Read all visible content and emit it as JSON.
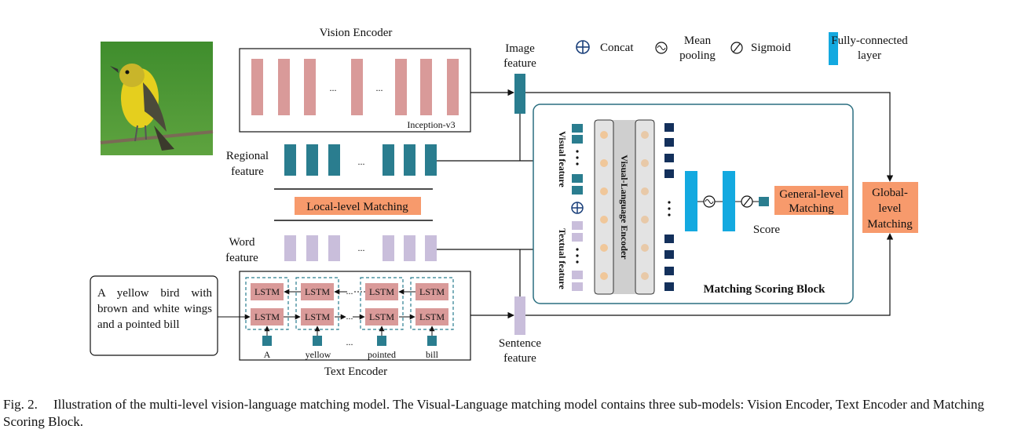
{
  "vision_encoder": {
    "title": "Vision Encoder",
    "backbone": "Inception-v3",
    "ellipsis": "..."
  },
  "image_feature": {
    "label_line1": "Image",
    "label_line2": "feature"
  },
  "regional_feature": {
    "label_line1": "Regional",
    "label_line2": "feature"
  },
  "local_matching": {
    "label": "Local-level Matching"
  },
  "word_feature": {
    "label_line1": "Word",
    "label_line2": "feature"
  },
  "text_encoder": {
    "title": "Text Encoder",
    "cell_label": "LSTM",
    "words": [
      "A",
      "yellow",
      "pointed",
      "bill"
    ],
    "ellipsis": "..."
  },
  "query_text": "A yellow bird with brown and white wings and a pointed bill",
  "sentence_feature": {
    "label_line1": "Sentence",
    "label_line2": "feature"
  },
  "legend": {
    "concat": "Concat",
    "mean_pooling_line1": "Mean",
    "mean_pooling_line2": "pooling",
    "sigmoid": "Sigmoid",
    "fc_line1": "Fully-connected",
    "fc_line2": "layer"
  },
  "scoring_block": {
    "title": "Matching Scoring Block",
    "visual_feature": "Visual feature",
    "textual_feature": "Textual feature",
    "encoder": "Visual-Language Encoder",
    "general_line1": "General-level",
    "general_line2": "Matching",
    "score": "Score"
  },
  "global_matching": {
    "line1": "Global-",
    "line2": "level",
    "line3": "Matching"
  },
  "caption": {
    "number": "Fig. 2.",
    "text": "Illustration of the multi-level vision-language matching model. The Visual-Language matching model contains three sub-models: Vision Encoder, Text Encoder and Matching Scoring Block."
  },
  "colors": {
    "teal": "#2a7d8f",
    "pink": "#d99a99",
    "lavender": "#c9bedb",
    "orange": "#f79a6c",
    "cyan": "#13a9e0",
    "navy": "#13305b",
    "block_border": "#2a6f80"
  }
}
